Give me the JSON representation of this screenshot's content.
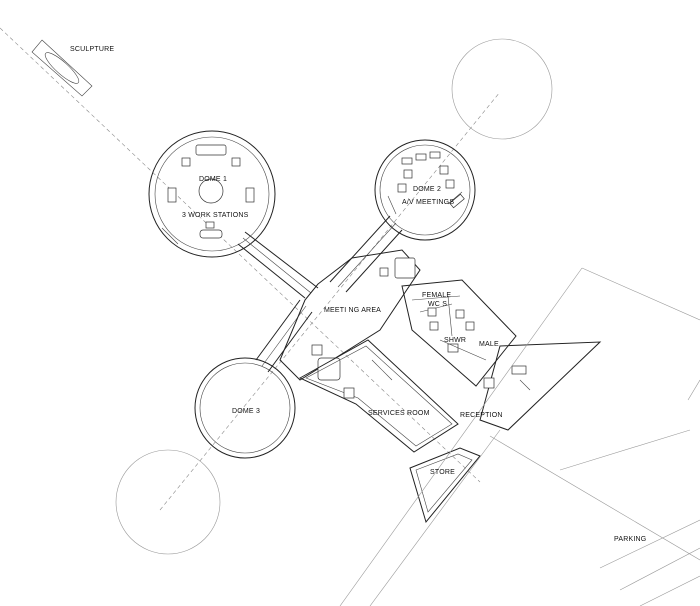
{
  "labels": {
    "sculpture": "SCULPTURE",
    "dome1": "DOME 1",
    "workstations": "3 WORK STATIONS",
    "dome2": "DOME 2",
    "av_meetings": "A/V MEETINGS",
    "meeting_area": "MEETI NG AREA",
    "female": "FEMALE",
    "wcs": "WC S",
    "shwr": "SHWR",
    "male": "MALE",
    "dome3": "DOME 3",
    "services_room": "SERVICES ROOM",
    "reception": "RECEPTION",
    "store": "STORE",
    "parking": "PARKING"
  }
}
